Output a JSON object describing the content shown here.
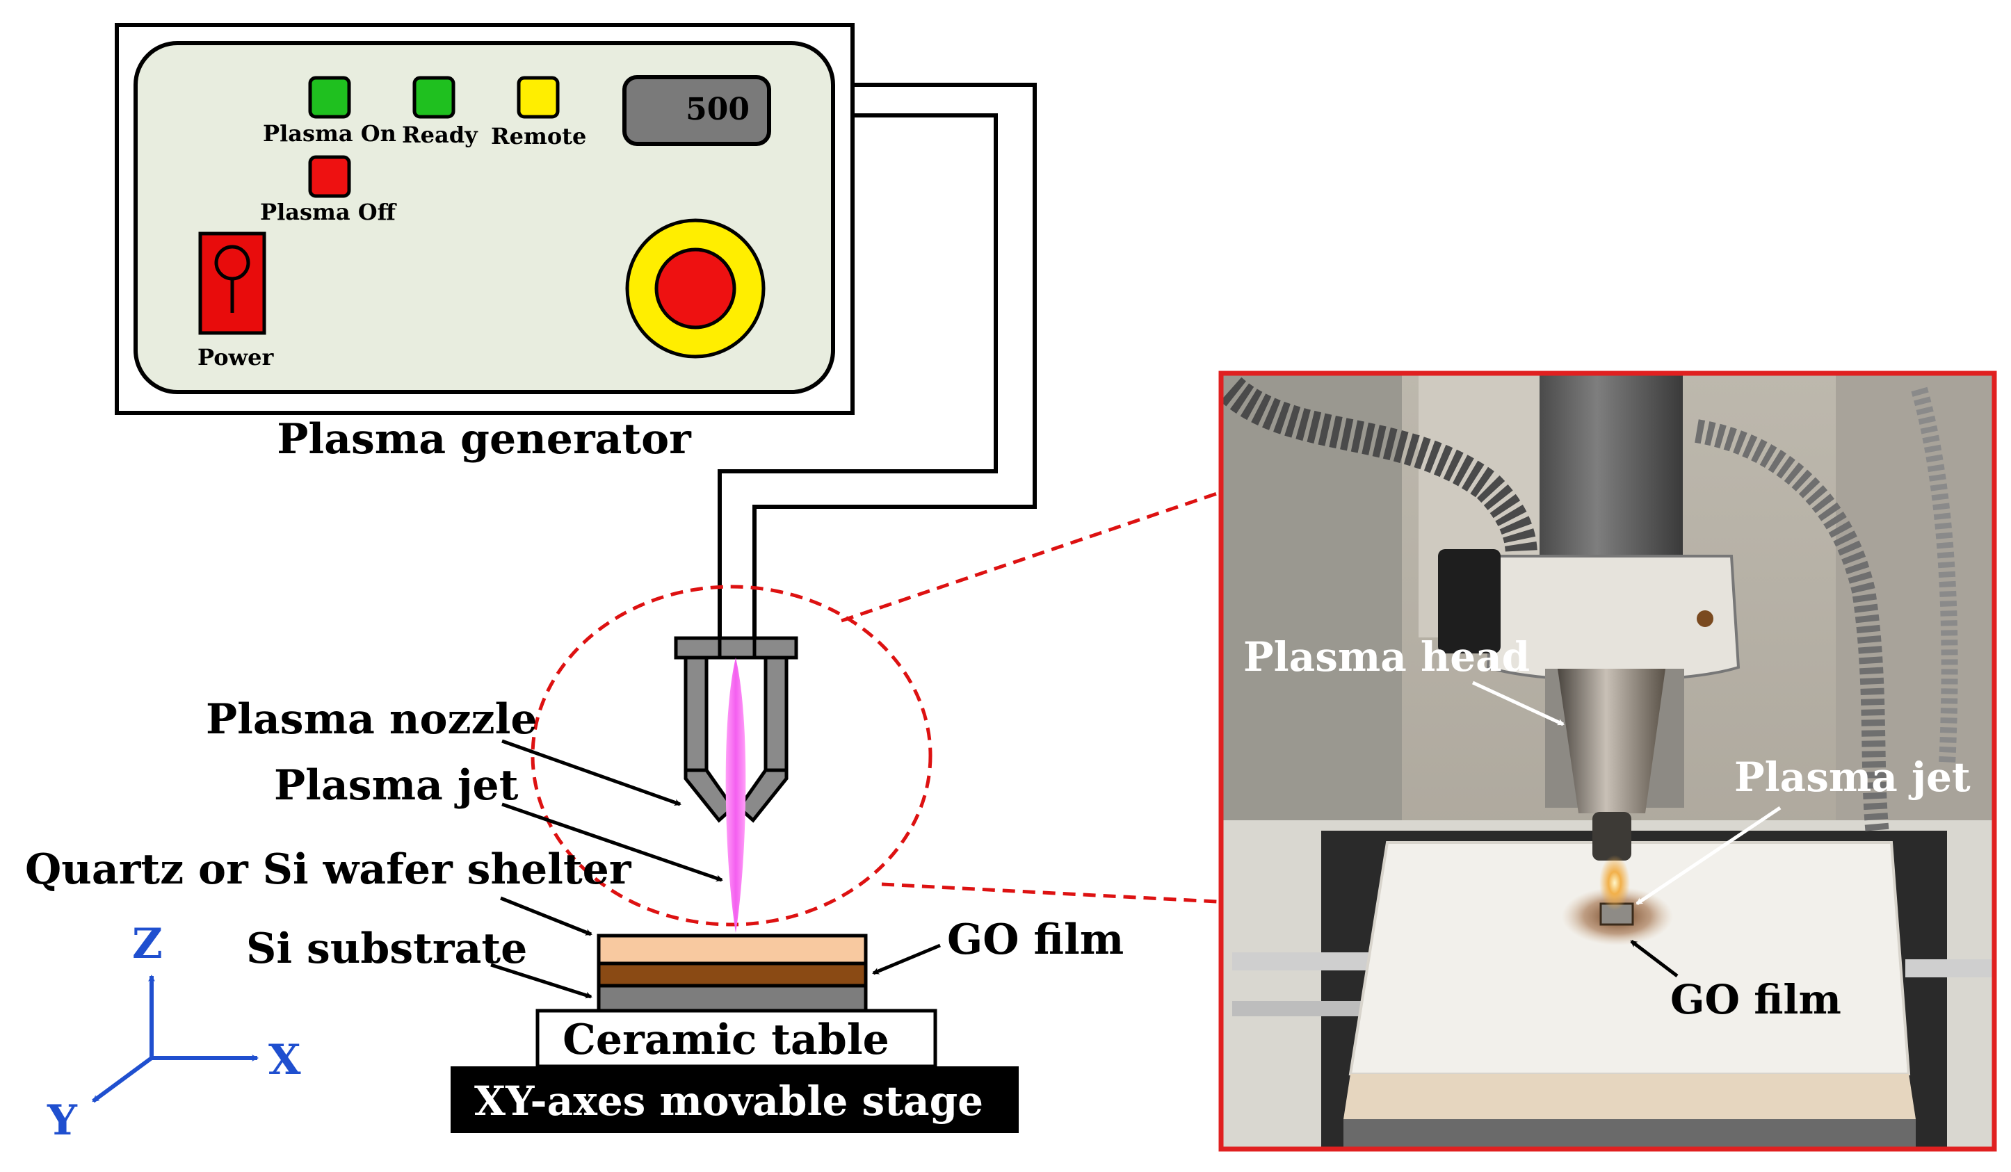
{
  "generator": {
    "title": "Plasma generator",
    "display_value": "500",
    "indicators": {
      "plasma_on": "Plasma On",
      "ready": "Ready",
      "remote": "Remote",
      "plasma_off": "Plasma Off"
    },
    "power_label": "Power"
  },
  "diagram_labels": {
    "plasma_nozzle": "Plasma nozzle",
    "plasma_jet": "Plasma jet",
    "shelter": "Quartz or Si wafer shelter",
    "si_substrate": "Si substrate",
    "go_film": "GO film",
    "ceramic_table": "Ceramic table",
    "stage": "XY-axes movable stage"
  },
  "axes": {
    "z": "Z",
    "x": "X",
    "y": "Y"
  },
  "photo_labels": {
    "plasma_head": "Plasma head",
    "plasma_jet": "Plasma jet",
    "go_film": "GO film"
  },
  "colors": {
    "panel_fill": "#e8eddf",
    "led_green": "#1fc01f",
    "led_yellow": "#ffee00",
    "led_red": "#ee1111",
    "jet_pink": "#ff7cf5",
    "substrate_peach": "#f8c9a0",
    "substrate_brown": "#8a4a14",
    "substrate_gray": "#7d7d7d",
    "dashed_red": "#dd1111",
    "axis_blue": "#1f4fcf",
    "photo_border": "#e02020"
  }
}
